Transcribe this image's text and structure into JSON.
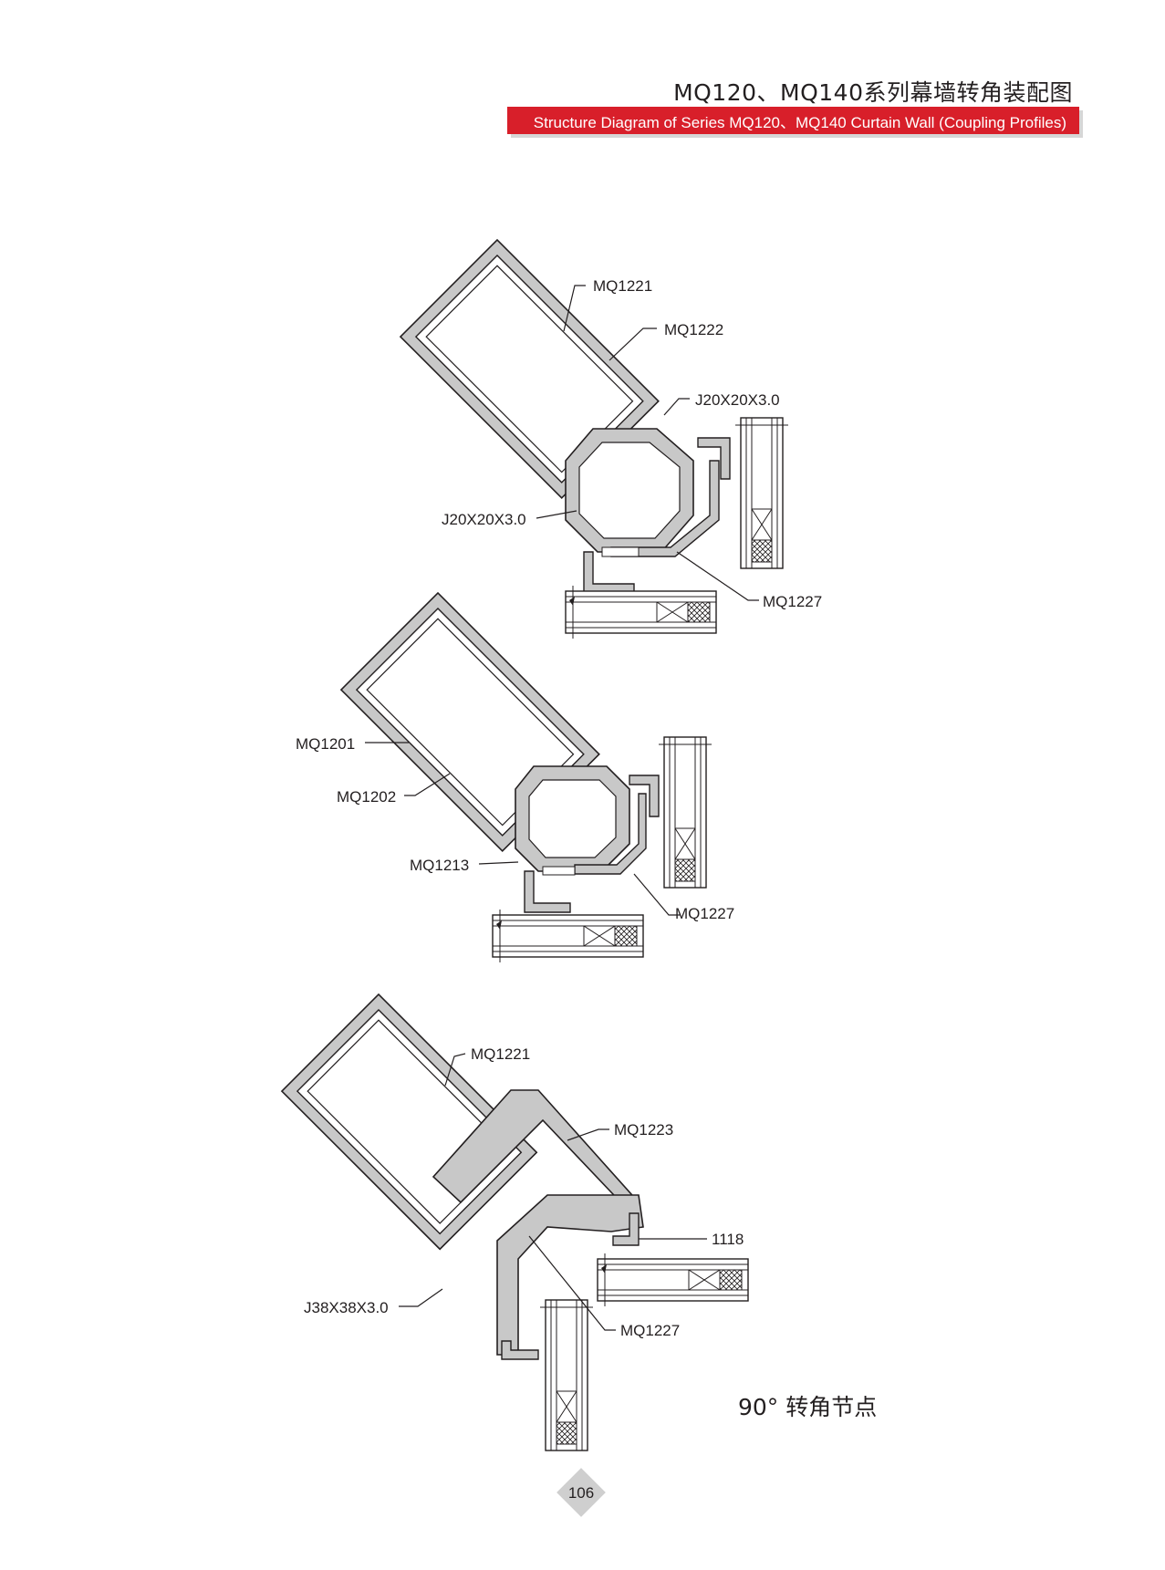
{
  "header": {
    "title_cn": "MQ120、MQ140系列幕墙转角装配图",
    "title_en": "Structure Diagram of Series MQ120、MQ140 Curtain Wall (Coupling Profiles)",
    "accent_color": "#d81f2a"
  },
  "detail1": {
    "labels": {
      "a": "MQ1221",
      "b": "MQ1222",
      "c": "J20X20X3.0",
      "d": "J20X20X3.0",
      "e": "MQ1227"
    }
  },
  "detail2": {
    "labels": {
      "a": "MQ1201",
      "b": "MQ1202",
      "c": "MQ1213",
      "d": "MQ1227"
    }
  },
  "detail3": {
    "labels": {
      "a": "MQ1221",
      "b": "MQ1223",
      "c": "1118",
      "d": "J38X38X3.0",
      "e": "MQ1227"
    }
  },
  "caption": "90°  转角节点",
  "page_number": "106",
  "colors": {
    "profile_fill": "#c8c8c8",
    "line": "#231f20"
  }
}
